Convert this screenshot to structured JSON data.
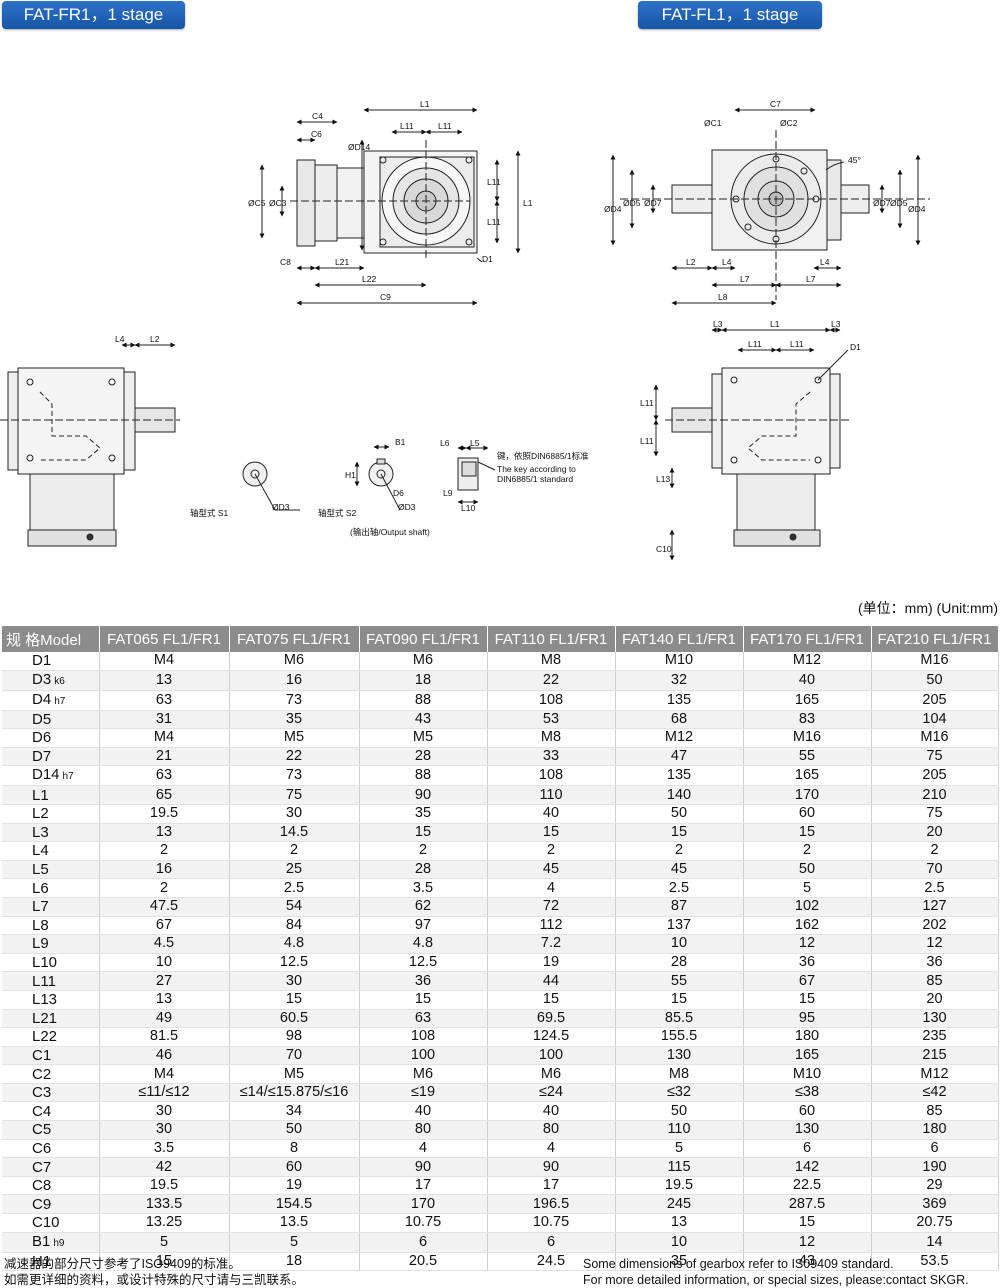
{
  "tags": {
    "fr": "FAT-FR1，1 stage",
    "fl": "FAT-FL1，1 stage"
  },
  "unit": "(单位：mm) (Unit:mm)",
  "drawing_labels": {
    "L1": "L1",
    "L11": "L11",
    "L2": "L2",
    "L3": "L3",
    "L4": "L4",
    "L7": "L7",
    "L8": "L8",
    "L9": "L9",
    "L10": "L10",
    "L13": "L13",
    "L21": "L21",
    "L22": "L22",
    "L5": "L5",
    "L6": "L6",
    "C4": "C4",
    "C6": "C6",
    "C7": "C7",
    "C8": "C8",
    "C9": "C9",
    "C10": "C10",
    "D1": "D1",
    "C1": "ØC1",
    "C2": "ØC2",
    "C3": "ØC3",
    "C5": "ØC5",
    "D14": "ØD14",
    "D4": "ØD4",
    "D5": "ØD5",
    "D7": "ØD7",
    "D3": "ØD3",
    "H1": "H1",
    "B1": "B1",
    "D6": "D6",
    "deg45": "45°",
    "S1": "轴型式  S1",
    "S2": "轴型式  S2",
    "output_shaft": "(输出轴/Output shaft)",
    "key_cn": "键，依照DIN6885/1标准",
    "key_en1": "The key according to",
    "key_en2": "DIN6885/1 standard"
  },
  "table": {
    "header": [
      "规 格Model",
      "FAT065 FL1/FR1",
      "FAT075 FL1/FR1",
      "FAT090 FL1/FR1",
      "FAT110 FL1/FR1",
      "FAT140 FL1/FR1",
      "FAT170 FL1/FR1",
      "FAT210 FL1/FR1"
    ],
    "rows": [
      {
        "label": "D1",
        "sub": "",
        "values": [
          "M4",
          "M6",
          "M6",
          "M8",
          "M10",
          "M12",
          "M16"
        ]
      },
      {
        "label": "D3",
        "sub": "k6",
        "values": [
          "13",
          "16",
          "18",
          "22",
          "32",
          "40",
          "50"
        ]
      },
      {
        "label": "D4",
        "sub": "h7",
        "values": [
          "63",
          "73",
          "88",
          "108",
          "135",
          "165",
          "205"
        ]
      },
      {
        "label": "D5",
        "sub": "",
        "values": [
          "31",
          "35",
          "43",
          "53",
          "68",
          "83",
          "104"
        ]
      },
      {
        "label": "D6",
        "sub": "",
        "values": [
          "M4",
          "M5",
          "M5",
          "M8",
          "M12",
          "M16",
          "M16"
        ]
      },
      {
        "label": "D7",
        "sub": "",
        "values": [
          "21",
          "22",
          "28",
          "33",
          "47",
          "55",
          "75"
        ]
      },
      {
        "label": "D14",
        "sub": "h7",
        "values": [
          "63",
          "73",
          "88",
          "108",
          "135",
          "165",
          "205"
        ]
      },
      {
        "label": "L1",
        "sub": "",
        "values": [
          "65",
          "75",
          "90",
          "110",
          "140",
          "170",
          "210"
        ]
      },
      {
        "label": "L2",
        "sub": "",
        "values": [
          "19.5",
          "30",
          "35",
          "40",
          "50",
          "60",
          "75"
        ]
      },
      {
        "label": "L3",
        "sub": "",
        "values": [
          "13",
          "14.5",
          "15",
          "15",
          "15",
          "15",
          "20"
        ]
      },
      {
        "label": "L4",
        "sub": "",
        "values": [
          "2",
          "2",
          "2",
          "2",
          "2",
          "2",
          "2"
        ]
      },
      {
        "label": "L5",
        "sub": "",
        "values": [
          "16",
          "25",
          "28",
          "45",
          "45",
          "50",
          "70"
        ]
      },
      {
        "label": "L6",
        "sub": "",
        "values": [
          "2",
          "2.5",
          "3.5",
          "4",
          "2.5",
          "5",
          "2.5"
        ]
      },
      {
        "label": "L7",
        "sub": "",
        "values": [
          "47.5",
          "54",
          "62",
          "72",
          "87",
          "102",
          "127"
        ]
      },
      {
        "label": "L8",
        "sub": "",
        "values": [
          "67",
          "84",
          "97",
          "112",
          "137",
          "162",
          "202"
        ]
      },
      {
        "label": "L9",
        "sub": "",
        "values": [
          "4.5",
          "4.8",
          "4.8",
          "7.2",
          "10",
          "12",
          "12"
        ]
      },
      {
        "label": "L10",
        "sub": "",
        "values": [
          "10",
          "12.5",
          "12.5",
          "19",
          "28",
          "36",
          "36"
        ]
      },
      {
        "label": "L11",
        "sub": "",
        "values": [
          "27",
          "30",
          "36",
          "44",
          "55",
          "67",
          "85"
        ]
      },
      {
        "label": "L13",
        "sub": "",
        "values": [
          "13",
          "15",
          "15",
          "15",
          "15",
          "15",
          "20"
        ]
      },
      {
        "label": "L21",
        "sub": "",
        "values": [
          "49",
          "60.5",
          "63",
          "69.5",
          "85.5",
          "95",
          "130"
        ]
      },
      {
        "label": "L22",
        "sub": "",
        "values": [
          "81.5",
          "98",
          "108",
          "124.5",
          "155.5",
          "180",
          "235"
        ]
      },
      {
        "label": "C1",
        "sub": "",
        "values": [
          "46",
          "70",
          "100",
          "100",
          "130",
          "165",
          "215"
        ]
      },
      {
        "label": "C2",
        "sub": "",
        "values": [
          "M4",
          "M5",
          "M6",
          "M6",
          "M8",
          "M10",
          "M12"
        ]
      },
      {
        "label": "C3",
        "sub": "",
        "values": [
          "≤11/≤12",
          "≤14/≤15.875/≤16",
          "≤19",
          "≤24",
          "≤32",
          "≤38",
          "≤42"
        ]
      },
      {
        "label": "C4",
        "sub": "",
        "values": [
          "30",
          "34",
          "40",
          "40",
          "50",
          "60",
          "85"
        ]
      },
      {
        "label": "C5",
        "sub": "",
        "values": [
          "30",
          "50",
          "80",
          "80",
          "110",
          "130",
          "180"
        ]
      },
      {
        "label": "C6",
        "sub": "",
        "values": [
          "3.5",
          "8",
          "4",
          "4",
          "5",
          "6",
          "6"
        ]
      },
      {
        "label": "C7",
        "sub": "",
        "values": [
          "42",
          "60",
          "90",
          "90",
          "115",
          "142",
          "190"
        ]
      },
      {
        "label": "C8",
        "sub": "",
        "values": [
          "19.5",
          "19",
          "17",
          "17",
          "19.5",
          "22.5",
          "29"
        ]
      },
      {
        "label": "C9",
        "sub": "",
        "values": [
          "133.5",
          "154.5",
          "170",
          "196.5",
          "245",
          "287.5",
          "369"
        ]
      },
      {
        "label": "C10",
        "sub": "",
        "values": [
          "13.25",
          "13.5",
          "10.75",
          "10.75",
          "13",
          "15",
          "20.75"
        ]
      },
      {
        "label": "B1",
        "sub": "h9",
        "values": [
          "5",
          "5",
          "6",
          "6",
          "10",
          "12",
          "14"
        ]
      },
      {
        "label": "H1",
        "sub": "",
        "values": [
          "15",
          "18",
          "20.5",
          "24.5",
          "35",
          "43",
          "53.5"
        ]
      }
    ]
  },
  "footnote": {
    "cn1": "减速器的部分尺寸参考了ISO9409的标准。",
    "cn2": "如需更详细的资料，或设计特殊的尺寸请与三凯联系。",
    "en1": "Some dimensions of gearbox refer to IS09409 standard.",
    "en2": "For more detailed information, or special sizes, please:contact SKGR."
  }
}
